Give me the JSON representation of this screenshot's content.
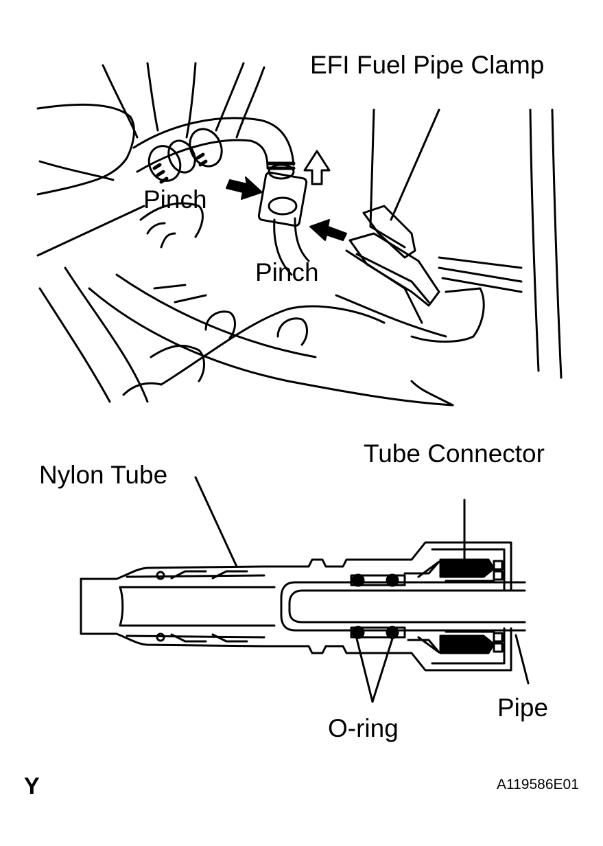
{
  "labels": {
    "efi_clamp": "EFI Fuel Pipe Clamp",
    "pinch_upper": "Pinch",
    "pinch_lower": "Pinch",
    "tube_connector": "Tube Connector",
    "nylon_tube": "Nylon Tube",
    "o_ring": "O-ring",
    "pipe": "Pipe"
  },
  "footer": {
    "corner_mark": "Y",
    "figure_code": "A119586E01"
  },
  "colors": {
    "line": "#000000",
    "background": "#ffffff"
  }
}
